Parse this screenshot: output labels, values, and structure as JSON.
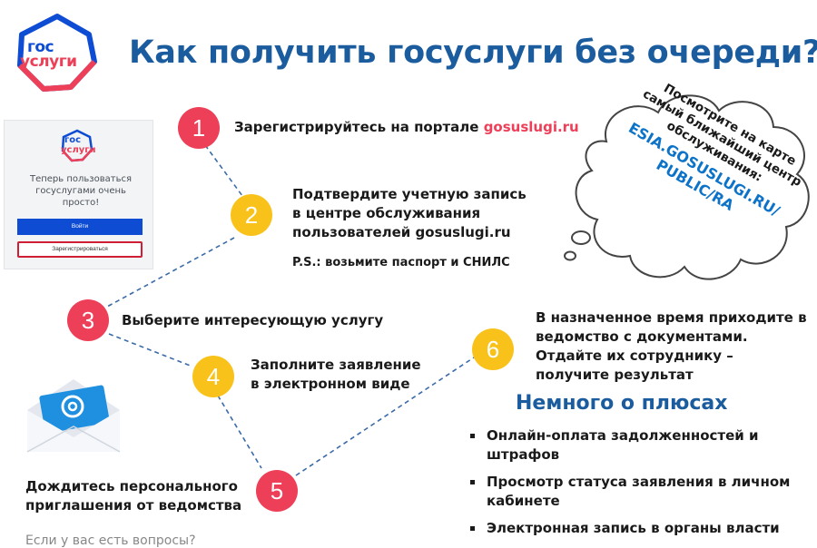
{
  "logo": {
    "line1": "гос",
    "line2": "услуги"
  },
  "title": "Как получить госуслуги без очереди?",
  "mockup": {
    "logo_line1": "гос",
    "logo_line2": "услуги",
    "text": "Теперь пользоваться госуслугами очень просто!",
    "login_label": "Войти",
    "register_label": "Зарегистрироваться"
  },
  "steps": [
    {
      "num": "1",
      "text": "Зарегистрируйтесь на портале ",
      "link": "gosuslugi.ru"
    },
    {
      "num": "2",
      "text": "Подтвердите учетную запись в центре обслуживания пользователей gosuslugi.ru",
      "note": "P.S.: возьмите паспорт и СНИЛС"
    },
    {
      "num": "3",
      "text": "Выберите интересующую услугу"
    },
    {
      "num": "4",
      "text": "Заполните заявление в электронном виде"
    },
    {
      "num": "5",
      "text": "Дождитесь персонального приглашения от ведомства"
    },
    {
      "num": "6",
      "text": "В назначенное время приходите в ведомство с документами. Отдайте их сотруднику – получите результат"
    }
  ],
  "cloud": {
    "text": "Посмотрите на карте самый ближайший центр обслуживания:",
    "link": "ESIA.GOSUSLUGI.RU/ PUBLIC/RA"
  },
  "benefits": {
    "title": "Немного о плюсах",
    "items": [
      "Онлайн-оплата задолженностей и штрафов",
      "Просмотр статуса заявления в личном кабинете",
      "Электронная запись в органы власти"
    ]
  },
  "footer": "Если у вас есть вопросы?",
  "colors": {
    "accent_blue": "#1b5c9e",
    "brand_blue": "#0d4cd3",
    "brand_red": "#ee3f58",
    "step_yellow": "#f9c21b",
    "link_blue": "#0d73c8"
  },
  "icons": {
    "envelope": "envelope-icon",
    "email_at": "at-sign-icon"
  }
}
